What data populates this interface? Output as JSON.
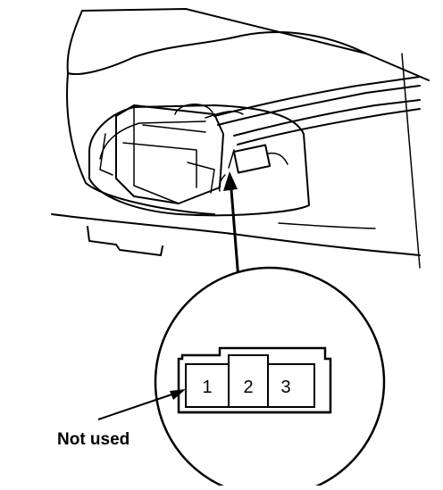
{
  "connector": {
    "pins": [
      "1",
      "2",
      "3"
    ]
  },
  "callout": {
    "label": "Not used"
  }
}
